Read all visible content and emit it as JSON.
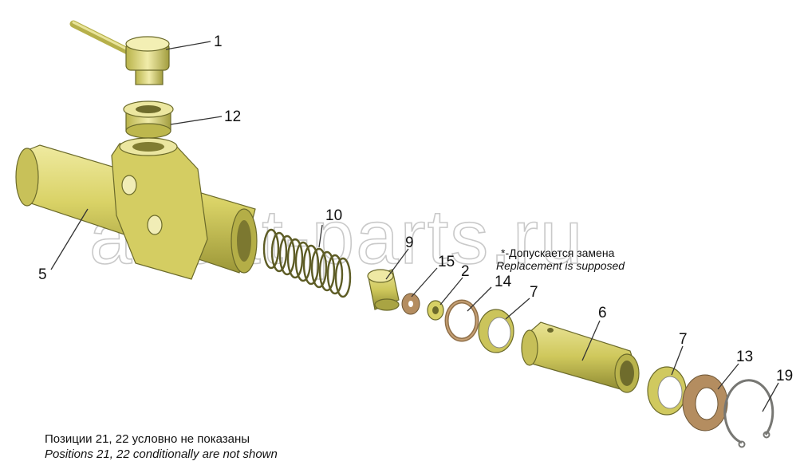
{
  "diagram": {
    "callouts": {
      "c1": "1",
      "c12": "12",
      "c5": "5",
      "c10": "10",
      "c9": "9",
      "c15": "15",
      "c2": "2",
      "c14": "14",
      "c7a": "7",
      "c6": "6",
      "c7b": "7",
      "c13": "13",
      "c19": "19"
    },
    "notes": {
      "replacement_ru": "*-Допускается замена",
      "replacement_en": "Replacement is supposed"
    },
    "footer": {
      "line_ru": "Позиции 21, 22 условно не показаны",
      "line_en": "Positions 21, 22 conditionally are not shown"
    },
    "watermark": "ansat-parts.ru",
    "colors": {
      "part_yellow": "#dcd56a",
      "part_shadow": "#9f9a3c",
      "part_dark": "#6b6a2a",
      "washer_brown": "#b48d60",
      "ring_gray": "#8a8a86"
    }
  }
}
